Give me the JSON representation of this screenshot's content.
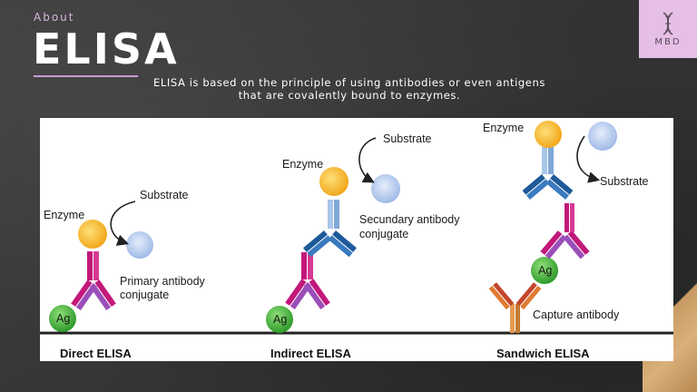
{
  "header": {
    "kicker": "About",
    "title": "ELISA",
    "description_line1": "ELISA is based on the principle of using antibodies or even antigens",
    "description_line2": "that are covalently bound to enzymes."
  },
  "logo": {
    "text": "MBD",
    "icon": "dna-icon"
  },
  "diagram": {
    "labels": {
      "enzyme": "Enzyme",
      "substrate": "Substrate",
      "ag": "Ag",
      "primary_line1": "Primary antibody",
      "primary_line2": "conjugate",
      "secondary_line1": "Secundary antibody",
      "secondary_line2": "conjugate",
      "capture": "Capture antibody"
    },
    "captions": {
      "direct": "Direct ELISA",
      "indirect": "Indirect ELISA",
      "sandwich": "Sandwich ELISA"
    }
  },
  "colors": {
    "background": "#3a3a3a",
    "accent": "#d6b4dd",
    "enzyme": "#f5b82e",
    "substrate": "#b8cdf0",
    "antigen": "#4cb848",
    "primary_antibody": "#c2187a",
    "secondary_antibody": "#3a7abf",
    "capture_antibody": "#e07a30"
  }
}
